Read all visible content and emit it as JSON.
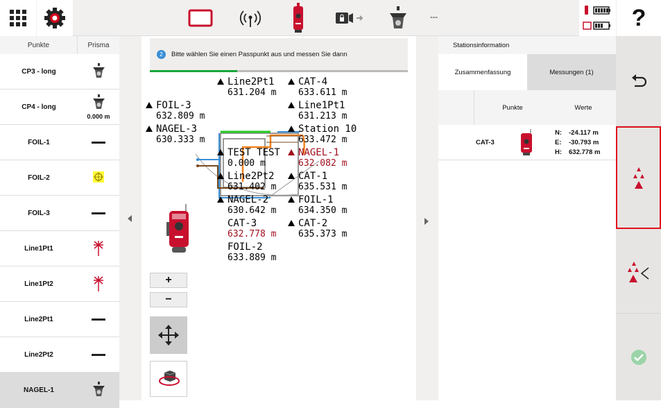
{
  "topbar": {
    "status_text": "---",
    "help": "?"
  },
  "points_panel": {
    "col_points": "Punkte",
    "col_prism": "Prisma",
    "rows": [
      {
        "name": "CP3 - long",
        "icon": "prism-icon",
        "value": ""
      },
      {
        "name": "CP4 - long",
        "icon": "prism-icon",
        "value": "0.000 m"
      },
      {
        "name": "FOIL-1",
        "icon": "foil-icon",
        "value": ""
      },
      {
        "name": "FOIL-2",
        "icon": "target-icon",
        "value": ""
      },
      {
        "name": "FOIL-3",
        "icon": "foil-icon",
        "value": ""
      },
      {
        "name": "Line1Pt1",
        "icon": "reflectorless-icon",
        "value": ""
      },
      {
        "name": "Line1Pt2",
        "icon": "reflectorless-icon",
        "value": ""
      },
      {
        "name": "Line2Pt1",
        "icon": "foil-icon",
        "value": ""
      },
      {
        "name": "Line2Pt2",
        "icon": "foil-icon",
        "value": ""
      },
      {
        "name": "NAGEL-1",
        "icon": "prism-icon",
        "value": "",
        "selected": true
      }
    ]
  },
  "instruction": {
    "step": "2",
    "text": "Bitte wählen Sie einen Passpunkt aus und messen Sie dann",
    "progress": 0.34
  },
  "map": {
    "zoom_in": "+",
    "zoom_out": "−",
    "labels": [
      {
        "name": "FOIL-3",
        "h": "632.809 m"
      },
      {
        "name": "NAGEL-3",
        "h": "630.333 m"
      },
      {
        "name": "Line2Pt1",
        "h": "631.204 m"
      },
      {
        "name": "CAT-4",
        "h": "633.611 m"
      },
      {
        "name": "Line1Pt1",
        "h": "631.213 m"
      },
      {
        "name": "TEST TEST",
        "h": "0.000 m"
      },
      {
        "name": "Station 10",
        "h": "633.472 m"
      },
      {
        "name": "NAGEL-1",
        "h": "632.082 m"
      },
      {
        "name": "Line2Pt2",
        "h": "631.402 m"
      },
      {
        "name": "CAT-1",
        "h": "635.531 m"
      },
      {
        "name": "NAGEL-2",
        "h": "630.642 m"
      },
      {
        "name": "FOIL-1",
        "h": "634.350 m"
      },
      {
        "name": "CAT-3",
        "h": "632.778 m"
      },
      {
        "name": "FOIL-2",
        "h": "633.889 m"
      },
      {
        "name": "CAT-2",
        "h": "635.373 m"
      }
    ]
  },
  "station": {
    "title": "Stationsinformation",
    "tab_summary": "Zusammenfassung",
    "tab_measurements": "Messungen (1)",
    "col_points": "Punkte",
    "col_values": "Werte",
    "point": "CAT-3",
    "n_label": "N:",
    "n": "-24.117 m",
    "e_label": "E:",
    "e": "-30.793 m",
    "h_label": "H:",
    "h": "632.778 m"
  },
  "colors": {
    "accent": "#d0021b",
    "green": "#1aa53a",
    "blue": "#3a8fd6"
  }
}
